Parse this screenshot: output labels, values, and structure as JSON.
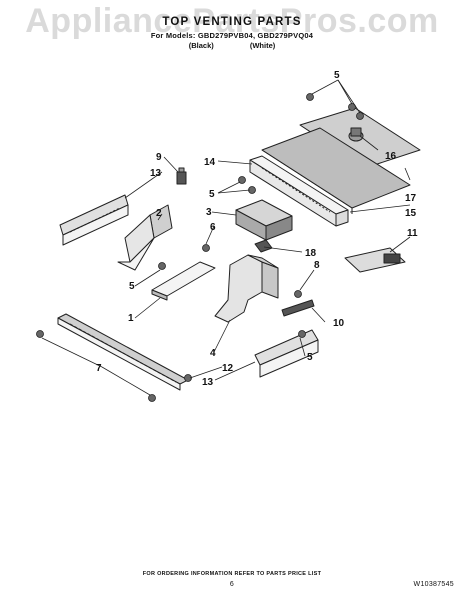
{
  "watermark": "AppliancePartsPros.com",
  "header": {
    "title": "TOP VENTING PARTS",
    "models": "For Models: GBD279PVB04, GBD279PVQ04",
    "color_black": "(Black)",
    "color_white": "(White)"
  },
  "callouts": [
    "1",
    "2",
    "3",
    "4",
    "5",
    "5",
    "5",
    "5",
    "6",
    "7",
    "8",
    "9",
    "10",
    "11",
    "12",
    "13",
    "13",
    "14",
    "15",
    "16",
    "17",
    "18"
  ],
  "footer": {
    "ordering_note": "FOR ORDERING INFORMATION REFER TO PARTS PRICE LIST",
    "page_number": "6",
    "doc_number": "W10387545"
  }
}
